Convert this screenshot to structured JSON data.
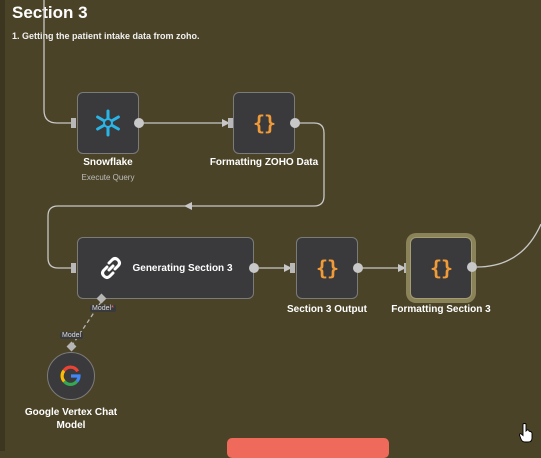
{
  "section": {
    "title": "Section 3",
    "description": "1. Getting the patient intake data from zoho."
  },
  "nodes": {
    "snowflake": {
      "label": "Snowflake",
      "sublabel": "Execute Query",
      "icon": "snowflake-icon"
    },
    "formatting_zoho": {
      "label": "Formatting ZOHO Data",
      "icon": "code-braces-icon"
    },
    "generating_section3": {
      "label": "Generating Section 3",
      "icon": "link-chain-icon"
    },
    "section3_output": {
      "label": "Section 3 Output",
      "icon": "code-braces-icon"
    },
    "formatting_section3": {
      "label": "Formatting Section 3",
      "icon": "code-braces-icon",
      "selected": true
    },
    "vertex_model": {
      "label_line1": "Google Vertex Chat",
      "label_line2": "Model",
      "icon": "google-g-icon"
    }
  },
  "connectors": {
    "model_input_label": "Model",
    "model_input_required": "*",
    "model_output_label": "Model"
  },
  "colors": {
    "canvas": "#4a4327",
    "node_bg": "#3a3a3c",
    "brace": "#f19b38",
    "snowflake": "#29b5e8",
    "action_button": "#ef6a5b"
  }
}
